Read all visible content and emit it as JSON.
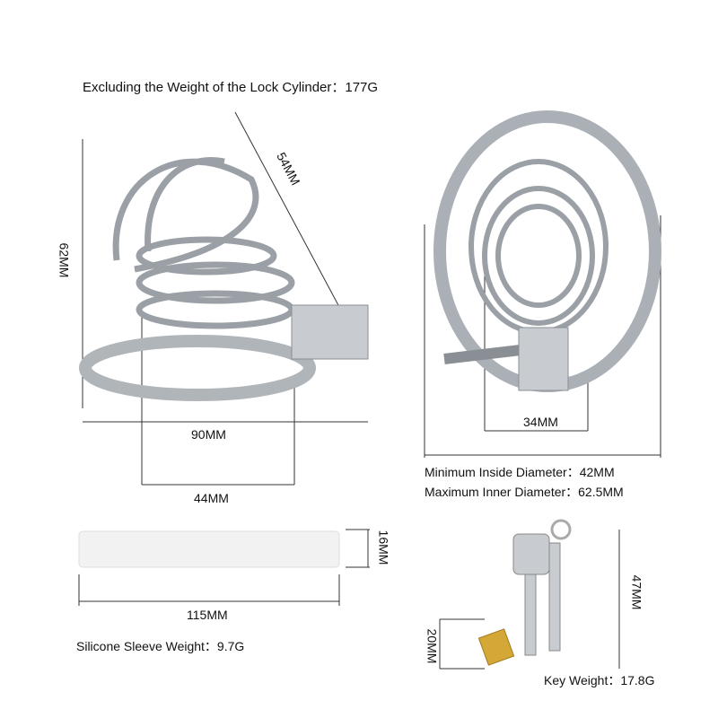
{
  "header": {
    "weight_note": "Excluding the Weight of the Lock Cylinder：177G"
  },
  "side_view": {
    "height": "62MM",
    "diagonal": "54MM",
    "width": "90MM",
    "ring_width": "44MM"
  },
  "front_view": {
    "inner_width": "34MM",
    "min_diameter": "Minimum Inside Diameter：42MM",
    "max_diameter": "Maximum Inner Diameter：62.5MM"
  },
  "sleeve": {
    "thickness": "16MM",
    "length": "115MM",
    "weight": "Silicone Sleeve Weight：9.7G"
  },
  "keys": {
    "key_length": "47MM",
    "cylinder_length": "20MM",
    "weight": "Key Weight：17.8G"
  },
  "colors": {
    "steel": "#c8ccd0",
    "steel_dark": "#8a8f95",
    "brass": "#d4a836",
    "sleeve": "#f2f2f2"
  }
}
